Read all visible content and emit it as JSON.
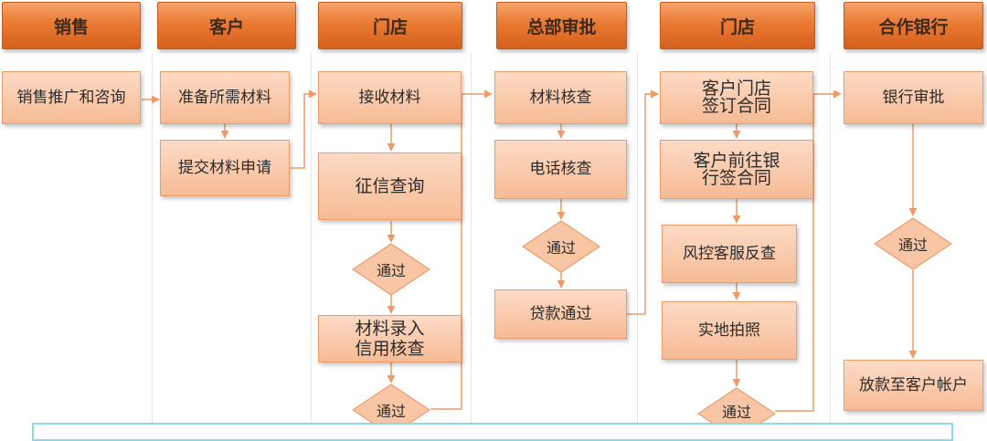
{
  "lanes": {
    "sales": "销售",
    "customer": "客户",
    "store1": "门店",
    "hq_approval": "总部审批",
    "store2": "门店",
    "partner_bank": "合作银行"
  },
  "steps": {
    "sales_promo": "销售推广和咨询",
    "prepare_materials": "准备所需材料",
    "submit_application": "提交材料申请",
    "receive_materials": "接收材料",
    "credit_inquiry": "征信查询",
    "data_entry": "材料录入\n信用核查",
    "material_check": "材料核查",
    "phone_check": "电话核查",
    "loan_pass": "贷款通过",
    "store_contract": "客户门店\n签订合同",
    "bank_contract": "客户前往银\n行签合同",
    "risk_recheck": "风控客服反查",
    "site_photo": "实地拍照",
    "bank_approval": "银行审批",
    "loan_release": "放款至客户帐户"
  },
  "decisions": {
    "store_pass_1": "通过",
    "store_pass_2": "通过",
    "hq_pass": "通过",
    "store2_pass": "通过",
    "bank_pass": "通过"
  },
  "colors": {
    "header_fill": "#ea7a32",
    "box_fill": "#f6bb95",
    "box_border": "#ec9b6c",
    "connector": "#ee9a66",
    "panel_border": "#8fd6ef"
  }
}
